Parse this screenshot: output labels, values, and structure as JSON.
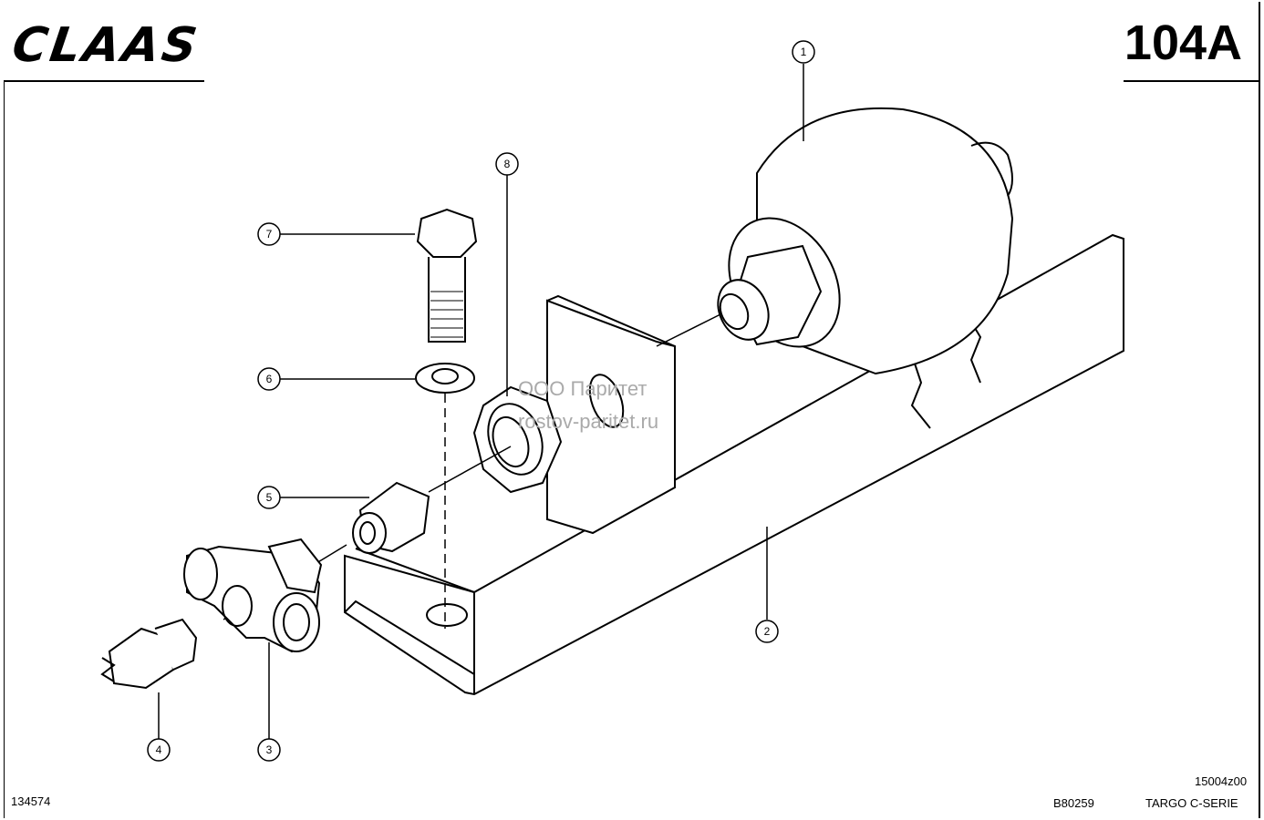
{
  "header": {
    "brand": "CLAAS",
    "page_code": "104A"
  },
  "footer": {
    "drawing_no": "134574",
    "ref_code": "B80259",
    "series": "TARGO C-SERIE",
    "sheet_code": "15004z00"
  },
  "watermark": {
    "line1": "ООО Паритет",
    "line2": "rostov-paritet.ru"
  },
  "callouts": [
    "1",
    "2",
    "3",
    "4",
    "5",
    "6",
    "7",
    "8"
  ]
}
